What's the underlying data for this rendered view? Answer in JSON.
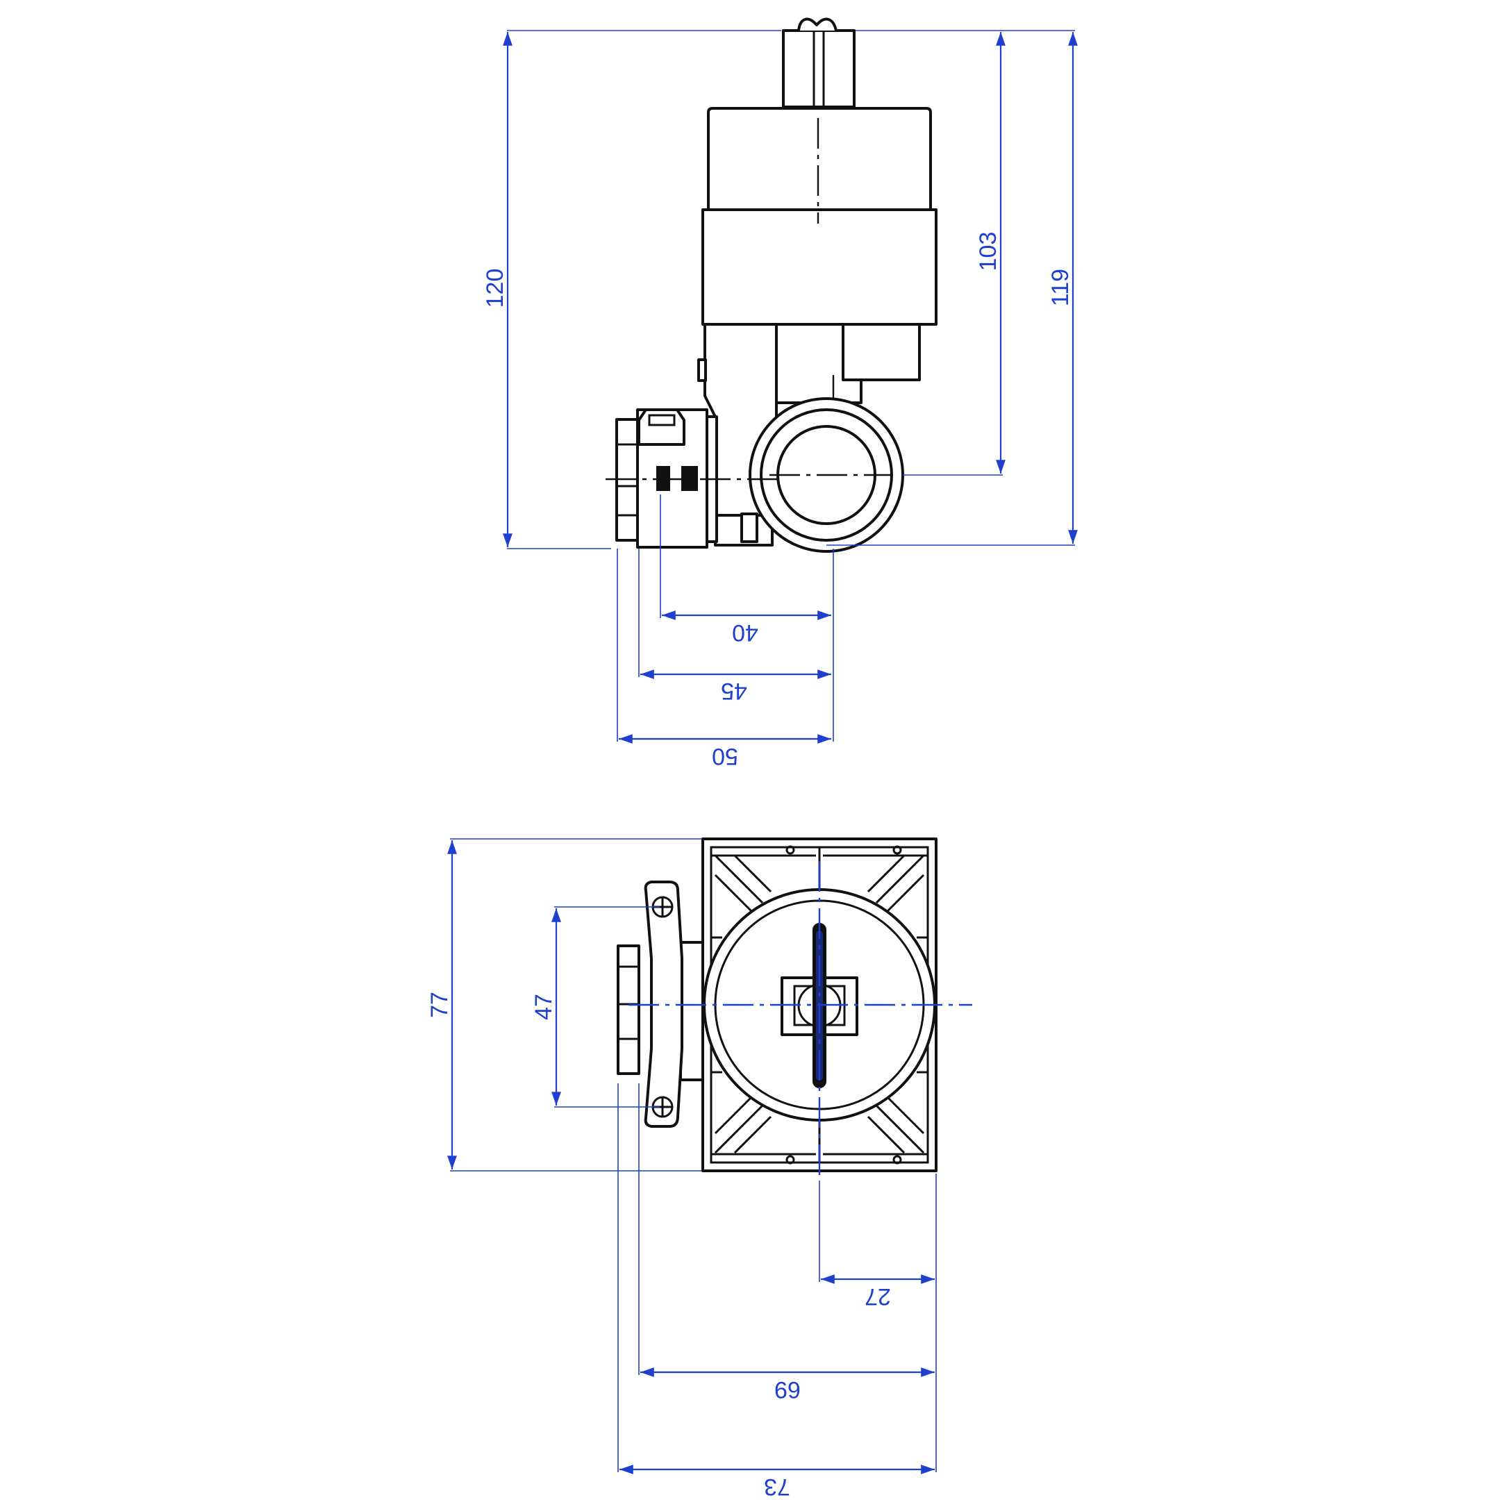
{
  "dimensions": {
    "height_overall": "120",
    "height_axis": "103",
    "height_body": "119",
    "width_40": "40",
    "width_45": "45",
    "width_50": "50",
    "height_plan": "77",
    "lever_span": "47",
    "half_width": "27",
    "width_69": "69",
    "width_73": "73"
  },
  "colors": {
    "dimension": "#1f3fcf",
    "outline": "#111111"
  }
}
